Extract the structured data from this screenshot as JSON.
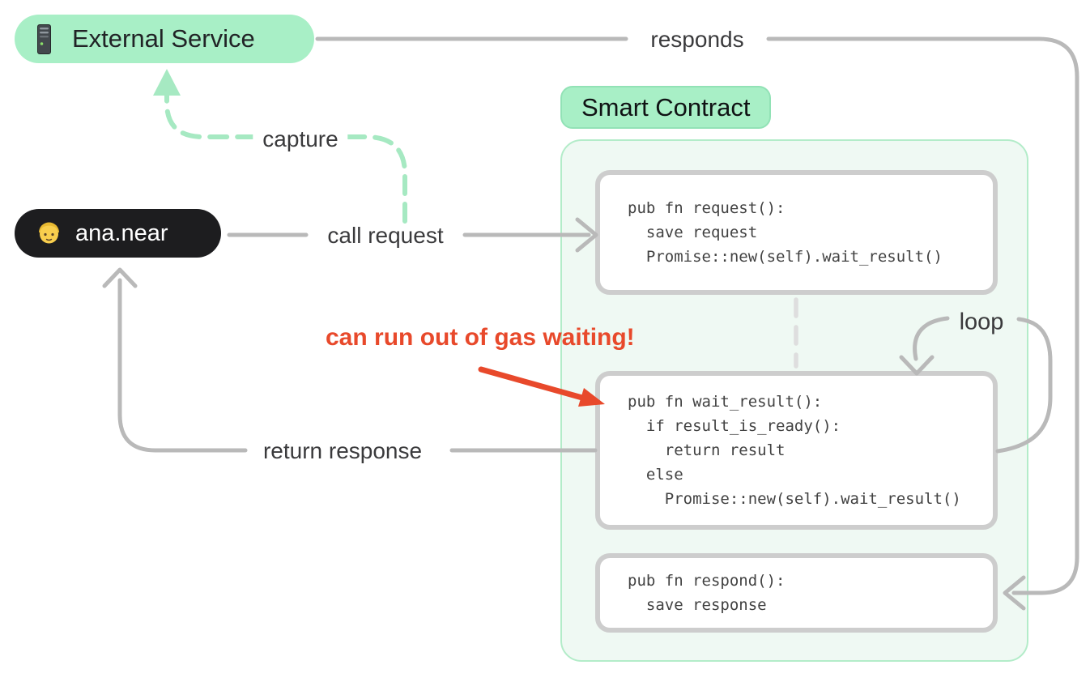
{
  "nodes": {
    "external_service": {
      "label": "External Service",
      "icon": "server-icon"
    },
    "user": {
      "label": "ana.near",
      "icon": "person-emoji"
    },
    "smart_contract": {
      "label": "Smart Contract"
    }
  },
  "edge_labels": {
    "responds": "responds",
    "capture": "capture",
    "call_request": "call request",
    "return_response": "return response",
    "loop": "loop"
  },
  "annotations": {
    "gas_warning": "can run out of gas waiting!"
  },
  "code_boxes": {
    "request": {
      "lines": [
        "pub fn request():",
        "  save request",
        "  Promise::new(self).wait_result()"
      ]
    },
    "wait_result": {
      "lines": [
        "pub fn wait_result():",
        "  if result_is_ready():",
        "    return result",
        "  else",
        "    Promise::new(self).wait_result()"
      ]
    },
    "respond": {
      "lines": [
        "pub fn respond():",
        "  save response"
      ]
    }
  },
  "colors": {
    "accent_green": "#a8efc6",
    "dashed_green": "#a6e9c2",
    "container_green_bg": "#eff9f3",
    "container_green_border": "#b3ecc9",
    "wire_gray": "#b9b9b9",
    "codebox_border_gray": "#cdcdcd",
    "warning_red": "#e8492b",
    "user_pill_black": "#1d1d1f"
  }
}
